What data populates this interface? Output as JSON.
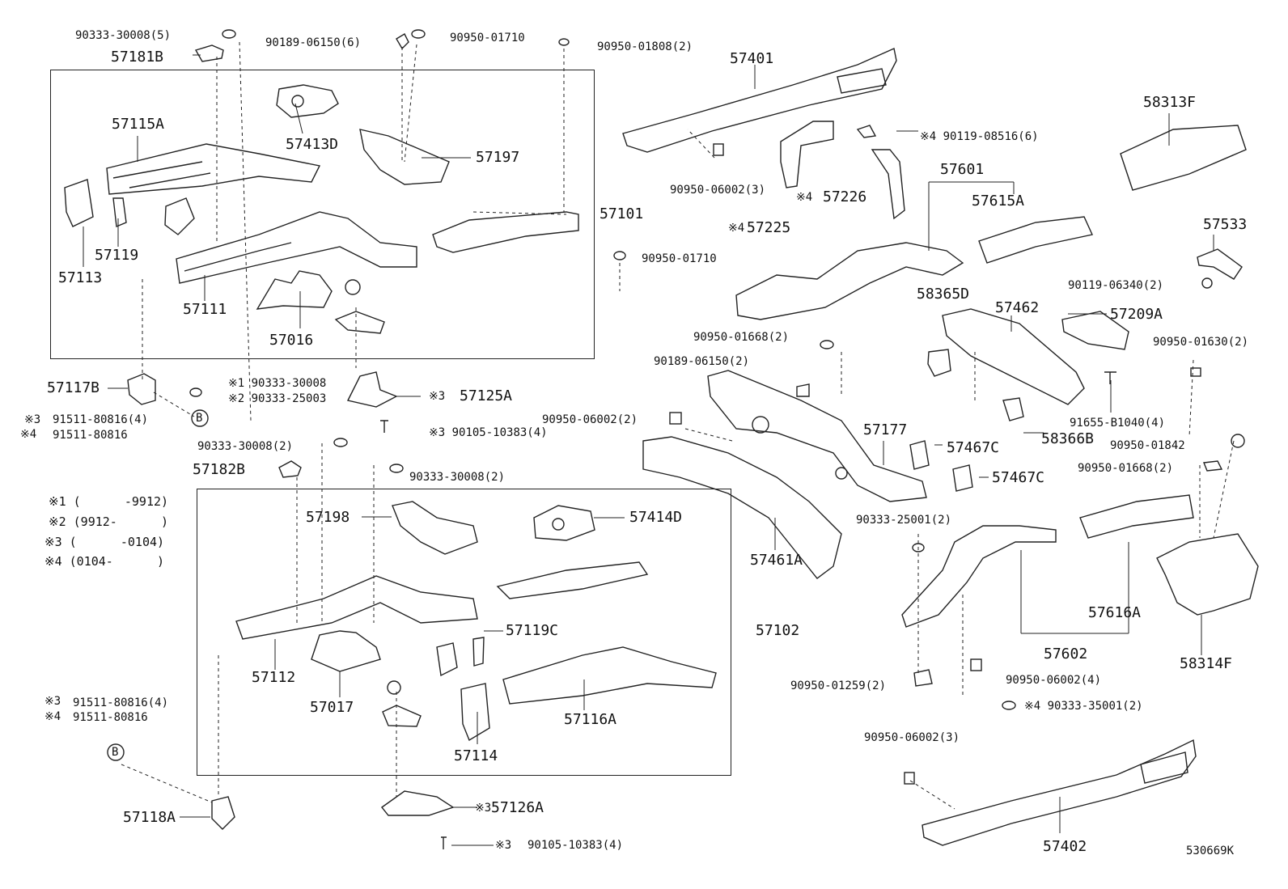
{
  "parts": {
    "p57181B": "57181B",
    "p57115A": "57115A",
    "p57413D": "57413D",
    "p57197": "57197",
    "p57101": "57101",
    "p57119": "57119",
    "p57113": "57113",
    "p57111": "57111",
    "p57016": "57016",
    "p57117B": "57117B",
    "p57125A": "57125A",
    "p57182B": "57182B",
    "p57198": "57198",
    "p57414D": "57414D",
    "p57119C": "57119C",
    "p57102": "57102",
    "p57112": "57112",
    "p57017": "57017",
    "p57116A": "57116A",
    "p57114": "57114",
    "p57118A": "57118A",
    "p57126A": "57126A",
    "p57401": "57401",
    "p58313F": "58313F",
    "p57226": "57226",
    "p57225": "57225",
    "p57601": "57601",
    "p57615A": "57615A",
    "p57533": "57533",
    "p58365D": "58365D",
    "p57462": "57462",
    "p57209A": "57209A",
    "p57177": "57177",
    "p57467C1": "57467C",
    "p57467C2": "57467C",
    "p58366B": "58366B",
    "p57461A": "57461A",
    "p57616A": "57616A",
    "p58314F": "58314F",
    "p57602": "57602",
    "p57402": "57402"
  },
  "codes": {
    "c1": "90333-30008(5)",
    "c2": "90189-06150(6)",
    "c3": "90950-01710",
    "c4": "90950-01808(2)",
    "c5": "90950-01710",
    "c6": "※1 90333-30008",
    "c7": "※2 90333-25003",
    "c8": "※3",
    "c9": "91511-80816(4)",
    "c10": "※4",
    "c11": "91511-80816",
    "c12": "※3 90105-10383(4)",
    "c13": "90333-30008(2)",
    "c14": "90333-30008(2)",
    "c15": "※3",
    "c16": "91511-80816(4)",
    "c17": "※4",
    "c18": "91511-80816",
    "c19": "※3",
    "c20": "※3",
    "c21": "90105-10383(4)",
    "c22": "90950-06002(3)",
    "c23": "※4 90119-08516(6)",
    "c24": "※4",
    "c25": "※4",
    "c26": "90119-06340(2)",
    "c27": "90950-01668(2)",
    "c28": "90189-06150(2)",
    "c29": "90950-01630(2)",
    "c30": "90950-06002(2)",
    "c31": "91655-B1040(4)",
    "c32": "90950-01842",
    "c33": "90950-01668(2)",
    "c34": "90333-25001(2)",
    "c35": "90950-01259(2)",
    "c36": "90950-06002(4)",
    "c37": "※4 90333-35001(2)",
    "c38": "90950-06002(3)",
    "c39": "※3"
  },
  "callouts": {
    "b1": "B",
    "b2": "B"
  },
  "legend": {
    "l1": "※1 (      -9912)",
    "l2": "※2 (9912-      )",
    "l3": "※3 (      -0104)",
    "l4": "※4 (0104-      )"
  },
  "diagram_id": "530669K"
}
